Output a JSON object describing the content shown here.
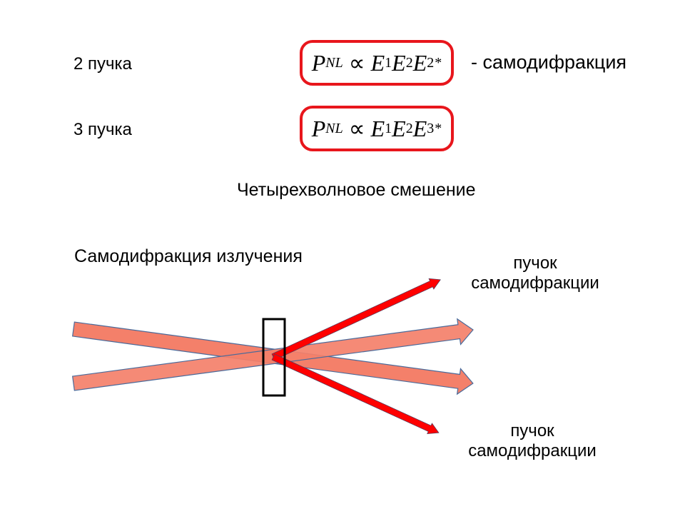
{
  "rows": [
    {
      "label": "2 пучка",
      "formula": {
        "P": "P",
        "P_sub": "NL",
        "prop": "∝",
        "E1": "E",
        "E1_sub": "1",
        "E2": "E",
        "E2_sub": "2",
        "E3": "E",
        "E3_sub": "2",
        "star": "*"
      },
      "note": "- самодифракция"
    },
    {
      "label": "3 пучка",
      "formula": {
        "P": "P",
        "P_sub": "NL",
        "prop": "∝",
        "E1": "E",
        "E1_sub": "1",
        "E2": "E",
        "E2_sub": "2",
        "E3": "E",
        "E3_sub": "3",
        "star": "*"
      }
    }
  ],
  "fwm_title": "Четырехволновое смешение",
  "diagram": {
    "title": "Самодифракция излучения",
    "top_label_line1": "пучок",
    "top_label_line2": "самодифракции",
    "bottom_label_line1": "пучок",
    "bottom_label_line2": "самодифракции",
    "colors": {
      "pump_beam": "#f4806a",
      "diffracted_beam": "#ff0000",
      "formula_border": "#e8161c"
    }
  }
}
